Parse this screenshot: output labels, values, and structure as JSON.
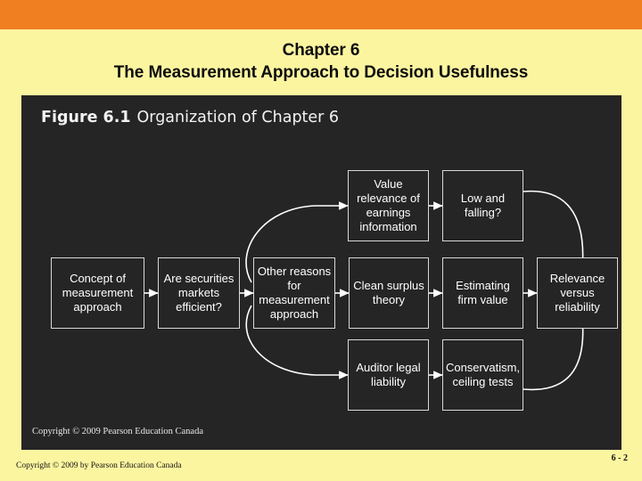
{
  "slide": {
    "title_line1": "Chapter 6",
    "title_line2": "The Measurement Approach to Decision Usefulness",
    "accent_bar_color": "#F07F22",
    "background_color": "#FCF5A0",
    "panel_color": "#252525"
  },
  "figure": {
    "label": "Figure 6.1",
    "title": "Organization of Chapter 6",
    "credit": "Copyright © 2009 Pearson Education Canada"
  },
  "diagram": {
    "nodes": [
      {
        "id": "concept",
        "label": "Concept of measurement approach"
      },
      {
        "id": "securities",
        "label": "Are securities markets efficient?"
      },
      {
        "id": "other",
        "label": "Other reasons for measurement approach"
      },
      {
        "id": "value",
        "label": "Value relevance of earnings information"
      },
      {
        "id": "lowfalling",
        "label": "Low and falling?"
      },
      {
        "id": "clean",
        "label": "Clean surplus theory"
      },
      {
        "id": "estimating",
        "label": "Estimating firm value"
      },
      {
        "id": "auditor",
        "label": "Auditor legal liability"
      },
      {
        "id": "conservatism",
        "label": "Conservatism, ceiling tests"
      },
      {
        "id": "relevance",
        "label": "Relevance versus reliability"
      }
    ]
  },
  "footer": {
    "copyright": "Copyright © 2009 by Pearson Education Canada",
    "page_number": "6 - 2"
  }
}
